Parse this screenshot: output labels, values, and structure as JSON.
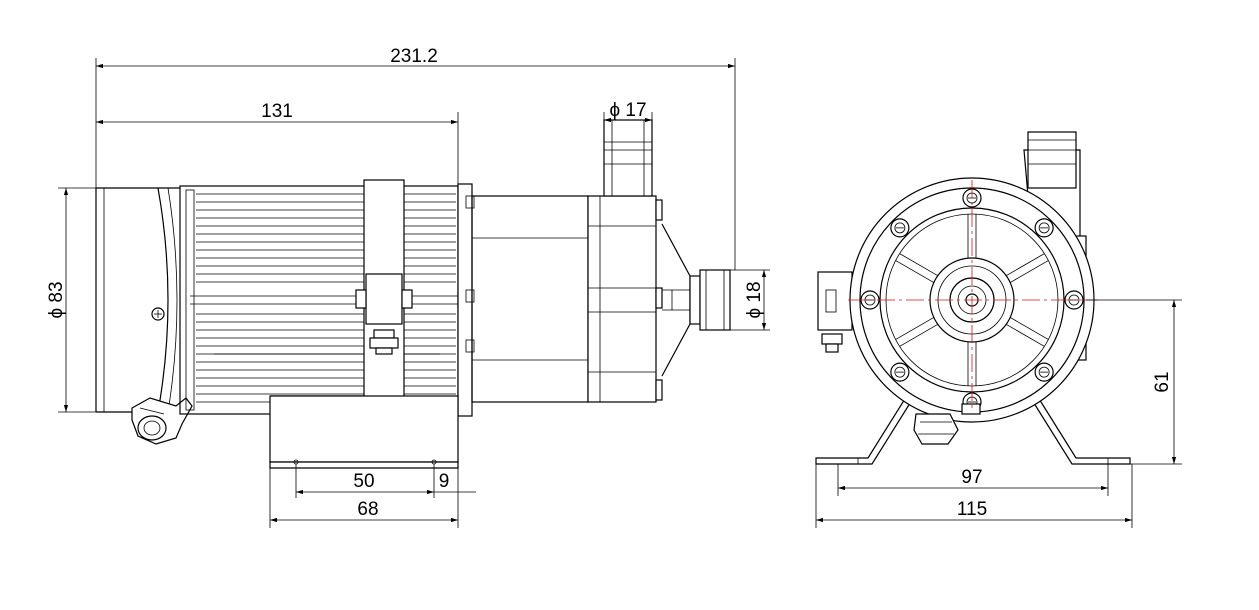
{
  "dimensions": {
    "overall_length": "231.2",
    "motor_length": "131",
    "inlet_diameter": "ϕ 17",
    "outlet_diameter": "ϕ 18",
    "motor_diameter": "ϕ 83",
    "base_hole_spacing": "50",
    "base_edge_offset": "9",
    "base_length": "68",
    "shaft_height": "61",
    "front_hole_spacing": "97",
    "front_base_width": "115"
  },
  "colors": {
    "line": "#000000",
    "centerline": "#dd1111",
    "background": "#ffffff"
  }
}
